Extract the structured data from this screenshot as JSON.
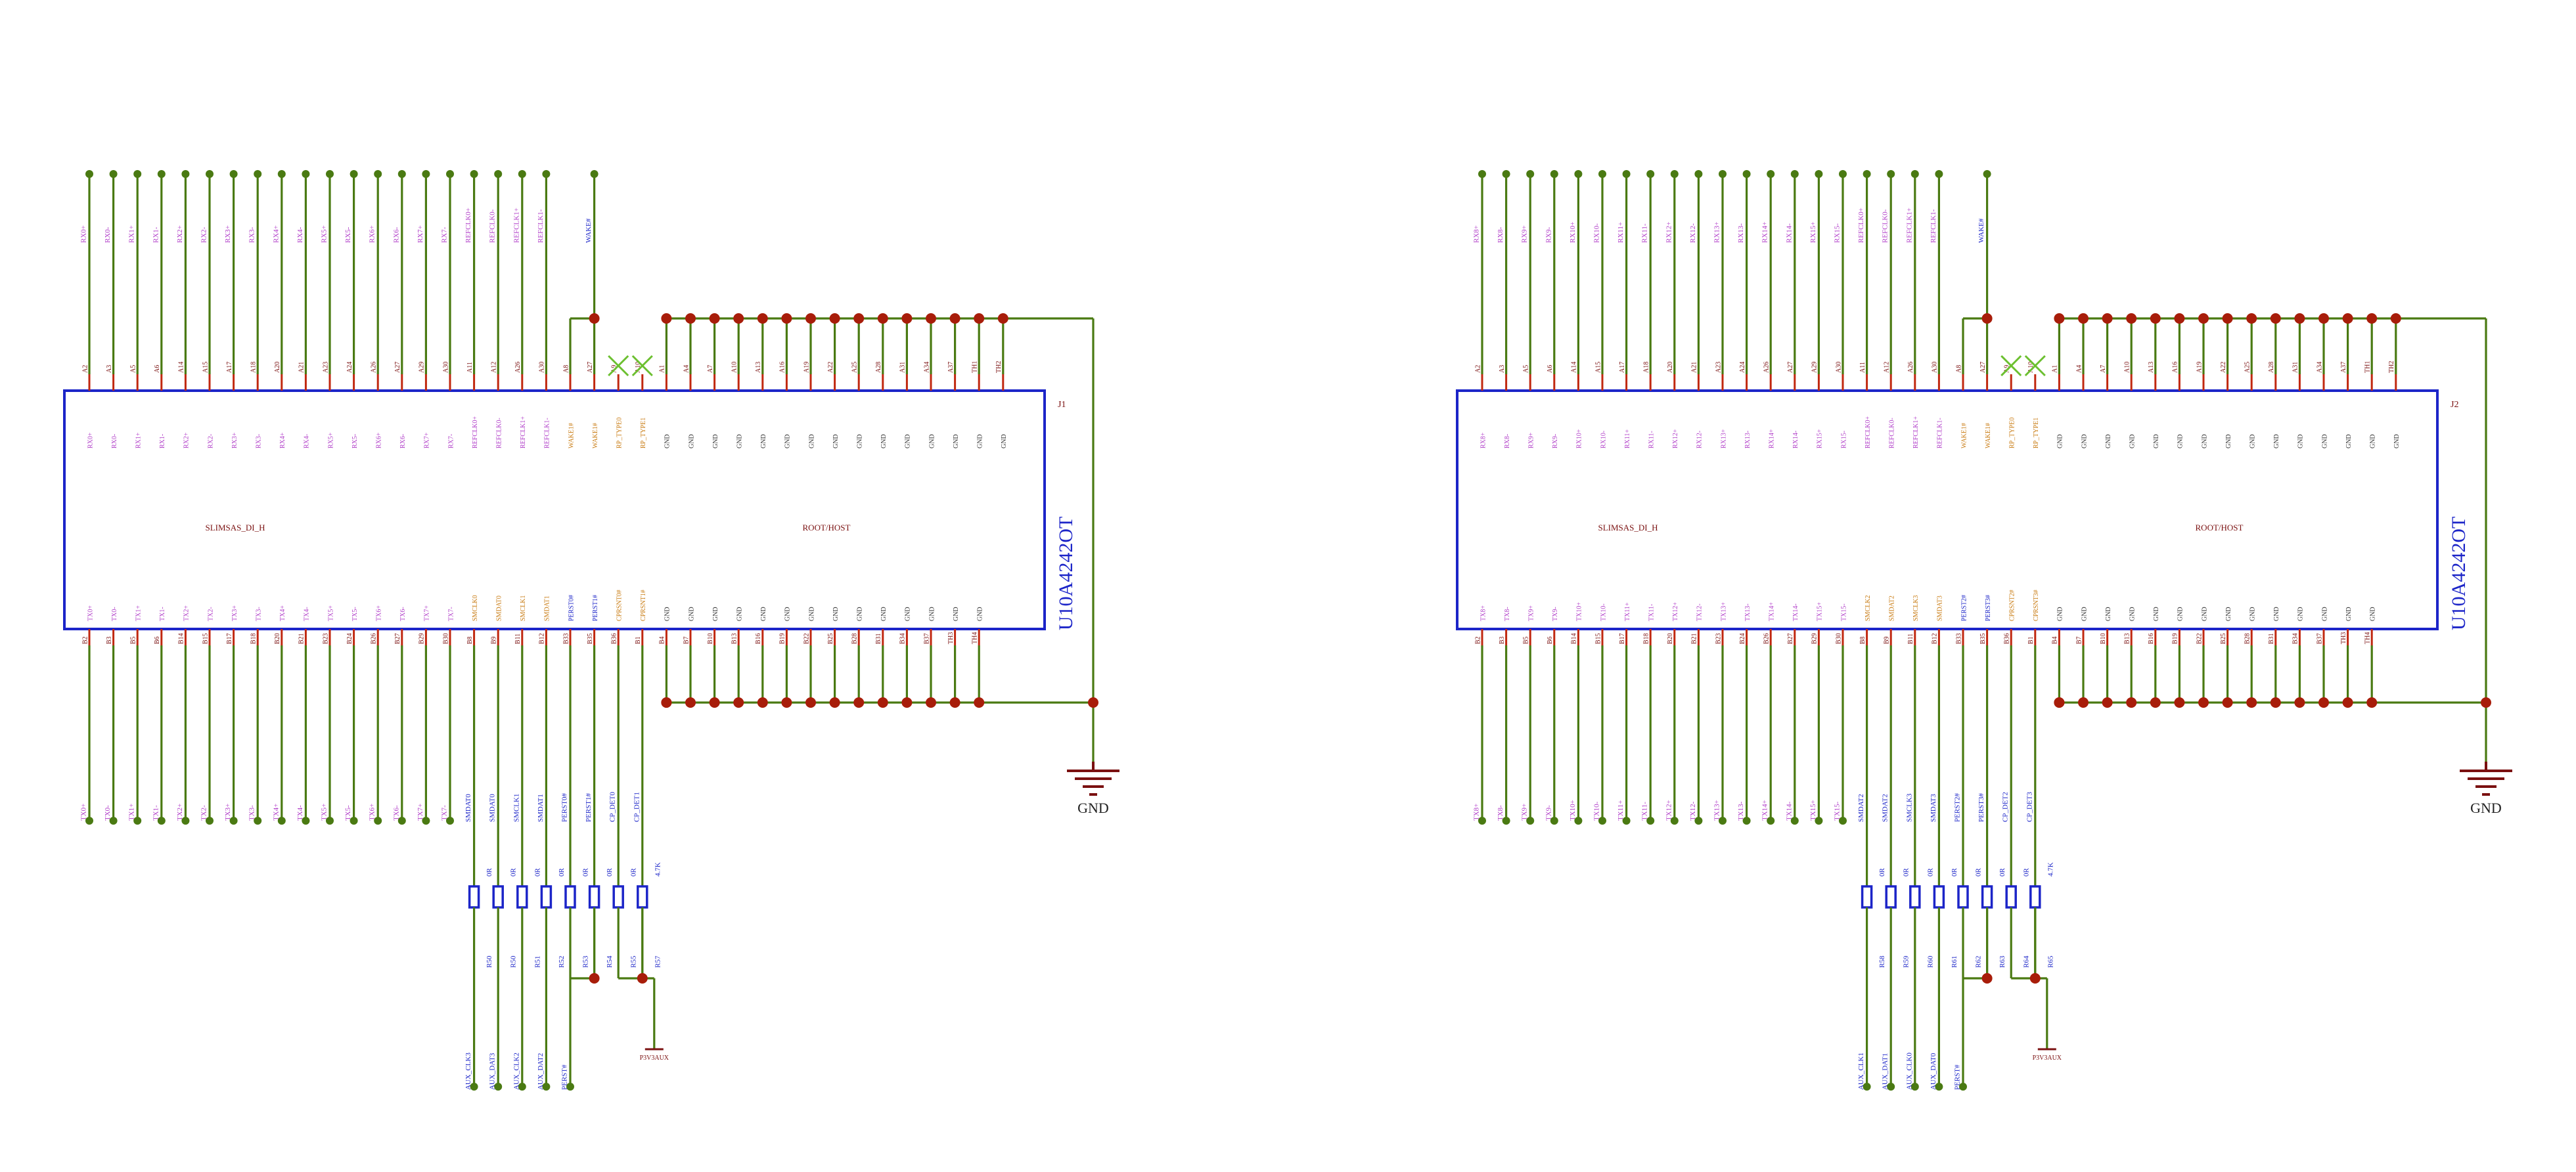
{
  "colors": {
    "wire": "#4a7a12",
    "junction": "#a81d0a",
    "pin": "#c02810",
    "body": "#1c25c8",
    "pink": "#b03cc8",
    "orange": "#c87a10",
    "blue_label": "#1c25c8",
    "maroon": "#7a1010",
    "noconnect": "#6cc030"
  },
  "symbols": [
    {
      "ref": "J1",
      "part_number": "U10A4242OT",
      "left_section": "SLIMSAS_DI_H",
      "right_section": "ROOT/HOST",
      "gnd_label": "GND",
      "top_nets": [
        "RX0+",
        "RX0-",
        "RX1+",
        "RX1-",
        "RX2+",
        "RX2-",
        "RX3+",
        "RX3-",
        "RX4+",
        "RX4-",
        "RX5+",
        "RX5-",
        "RX6+",
        "RX6-",
        "RX7+",
        "RX7-",
        "REFCLK0+",
        "REFCLK0-",
        "REFCLK1+",
        "REFCLK1-"
      ],
      "top_pins": [
        "A2",
        "A3",
        "A5",
        "A6",
        "A14",
        "A15",
        "A17",
        "A18",
        "A20",
        "A21",
        "A23",
        "A24",
        "A26",
        "A27",
        "A29",
        "A30",
        "A11",
        "A12",
        "A26",
        "A30",
        "A8",
        "A27",
        "A9",
        "A10",
        "A1",
        "A4",
        "A7",
        "A10",
        "A13",
        "A16",
        "A19",
        "A22",
        "A25",
        "A28",
        "A31",
        "A34",
        "A37",
        "TH1",
        "TH2"
      ],
      "top_inner": [
        "RX0+",
        "RX0-",
        "RX1+",
        "RX1-",
        "RX2+",
        "RX2-",
        "RX3+",
        "RX3-",
        "RX4+",
        "RX4-",
        "RX5+",
        "RX5-",
        "RX6+",
        "RX6-",
        "RX7+",
        "RX7-",
        "REFCLK0+",
        "REFCLK0-",
        "REFCLK1+",
        "REFCLK1-",
        "WAKE1#",
        "WAKE1#",
        "RP_TYPE0",
        "RP_TYPE1",
        "GND",
        "GND",
        "GND",
        "GND",
        "GND",
        "GND",
        "GND",
        "GND",
        "GND",
        "GND",
        "GND",
        "GND",
        "GND",
        "GND",
        "GND"
      ],
      "wake_net": "WAKE#",
      "bottom_inner": [
        "TX0+",
        "TX0-",
        "TX1+",
        "TX1-",
        "TX2+",
        "TX2-",
        "TX3+",
        "TX3-",
        "TX4+",
        "TX4-",
        "TX5+",
        "TX5-",
        "TX6+",
        "TX6-",
        "TX7+",
        "TX7-",
        "SMCLK0",
        "SMDAT0",
        "SMCLK1",
        "SMDAT1",
        "PERST0#",
        "PERST1#",
        "CPRSNT0#",
        "CPRSNT1#",
        "GND",
        "GND",
        "GND",
        "GND",
        "GND",
        "GND",
        "GND",
        "GND",
        "GND",
        "GND",
        "GND",
        "GND",
        "GND",
        "GND",
        "GND",
        "GND"
      ],
      "bottom_pins": [
        "B2",
        "B3",
        "B5",
        "B6",
        "B14",
        "B15",
        "B17",
        "B18",
        "B20",
        "B21",
        "B23",
        "B24",
        "B26",
        "B27",
        "B29",
        "B30",
        "B8",
        "B9",
        "B11",
        "B12",
        "B33",
        "B35",
        "B36",
        "B1",
        "B4",
        "B7",
        "B10",
        "B13",
        "B16",
        "B19",
        "B22",
        "B25",
        "B28",
        "B31",
        "B34",
        "B37",
        "TH3",
        "TH4"
      ],
      "bottom_nets": [
        "TX0+",
        "TX0-",
        "TX1+",
        "TX1-",
        "TX2+",
        "TX2-",
        "TX3+",
        "TX3-",
        "TX4+",
        "TX4-",
        "TX5+",
        "TX5-",
        "TX6+",
        "TX6-",
        "TX7+",
        "TX7-"
      ],
      "side_nets": [
        "SMDAT0",
        "SMDAT0",
        "SMCLK1",
        "SMDAT1",
        "PERST0#",
        "PERST1#",
        "CP_DET0",
        "CP_DET1"
      ],
      "res_values": [
        "0R",
        "0R",
        "0R",
        "0R",
        "0R",
        "0R",
        "0R",
        "4.7K"
      ],
      "res_refs": [
        "R50",
        "R50",
        "R51",
        "R52",
        "R53",
        "R54",
        "R55",
        "R57"
      ],
      "end_nets": [
        "AUX_CLK3",
        "AUX_DAT3",
        "AUX_CLK2",
        "AUX_DAT2",
        "PERST#"
      ],
      "power_label": "P3V3AUX"
    },
    {
      "ref": "J2",
      "part_number": "U10A4242OT",
      "left_section": "SLIMSAS_DI_H",
      "right_section": "ROOT/HOST",
      "gnd_label": "GND",
      "top_nets": [
        "RX8+",
        "RX8-",
        "RX9+",
        "RX9-",
        "RX10+",
        "RX10-",
        "RX11+",
        "RX11-",
        "RX12+",
        "RX12-",
        "RX13+",
        "RX13-",
        "RX14+",
        "RX14-",
        "RX15+",
        "RX15-",
        "REFCLK0+",
        "REFCLK0-",
        "REFCLK1+",
        "REFCLK1-"
      ],
      "top_pins": [
        "A2",
        "A3",
        "A5",
        "A6",
        "A14",
        "A15",
        "A17",
        "A18",
        "A20",
        "A21",
        "A23",
        "A24",
        "A26",
        "A27",
        "A29",
        "A30",
        "A11",
        "A12",
        "A26",
        "A30",
        "A8",
        "A27",
        "A9",
        "A10",
        "A1",
        "A4",
        "A7",
        "A10",
        "A13",
        "A16",
        "A19",
        "A22",
        "A25",
        "A28",
        "A31",
        "A34",
        "A37",
        "TH1",
        "TH2"
      ],
      "top_inner": [
        "RX8+",
        "RX8-",
        "RX9+",
        "RX9-",
        "RX10+",
        "RX10-",
        "RX11+",
        "RX11-",
        "RX12+",
        "RX12-",
        "RX13+",
        "RX13-",
        "RX14+",
        "RX14-",
        "RX15+",
        "RX15-",
        "REFCLK0+",
        "REFCLK0-",
        "REFCLK1+",
        "REFCLK1-",
        "WAKE1#",
        "WAKE1#",
        "RP_TYPE0",
        "RP_TYPE1",
        "GND",
        "GND",
        "GND",
        "GND",
        "GND",
        "GND",
        "GND",
        "GND",
        "GND",
        "GND",
        "GND",
        "GND",
        "GND",
        "GND",
        "GND"
      ],
      "wake_net": "WAKE#",
      "bottom_inner": [
        "TX8+",
        "TX8-",
        "TX9+",
        "TX9-",
        "TX10+",
        "TX10-",
        "TX11+",
        "TX11-",
        "TX12+",
        "TX12-",
        "TX13+",
        "TX13-",
        "TX14+",
        "TX14-",
        "TX15+",
        "TX15-",
        "SMCLK2",
        "SMDAT2",
        "SMCLK3",
        "SMDAT3",
        "PERST2#",
        "PERST3#",
        "CPRSNT2#",
        "CPRSNT3#",
        "GND",
        "GND",
        "GND",
        "GND",
        "GND",
        "GND",
        "GND",
        "GND",
        "GND",
        "GND",
        "GND",
        "GND",
        "GND",
        "GND",
        "GND",
        "GND"
      ],
      "bottom_pins": [
        "B2",
        "B3",
        "B5",
        "B6",
        "B14",
        "B15",
        "B17",
        "B18",
        "B20",
        "B21",
        "B23",
        "B24",
        "B26",
        "B27",
        "B29",
        "B30",
        "B8",
        "B9",
        "B11",
        "B12",
        "B33",
        "B35",
        "B36",
        "B1",
        "B4",
        "B7",
        "B10",
        "B13",
        "B16",
        "B19",
        "B22",
        "B25",
        "B28",
        "B31",
        "B34",
        "B37",
        "TH3",
        "TH4"
      ],
      "bottom_nets": [
        "TX8+",
        "TX8-",
        "TX9+",
        "TX9-",
        "TX10+",
        "TX10-",
        "TX11+",
        "TX11-",
        "TX12+",
        "TX12-",
        "TX13+",
        "TX13-",
        "TX14+",
        "TX14-",
        "TX15+",
        "TX15-"
      ],
      "side_nets": [
        "SMDAT2",
        "SMDAT2",
        "SMCLK3",
        "SMDAT3",
        "PERST2#",
        "PERST3#",
        "CP_DET2",
        "CP_DET3"
      ],
      "res_values": [
        "0R",
        "0R",
        "0R",
        "0R",
        "0R",
        "0R",
        "0R",
        "4.7K"
      ],
      "res_refs": [
        "R58",
        "R59",
        "R60",
        "R61",
        "R62",
        "R63",
        "R64",
        "R65"
      ],
      "end_nets": [
        "AUX_CLK1",
        "AUX_DAT1",
        "AUX_CLK0",
        "AUX_DAT0",
        "PERST#"
      ],
      "power_label": "P3V3AUX"
    }
  ]
}
